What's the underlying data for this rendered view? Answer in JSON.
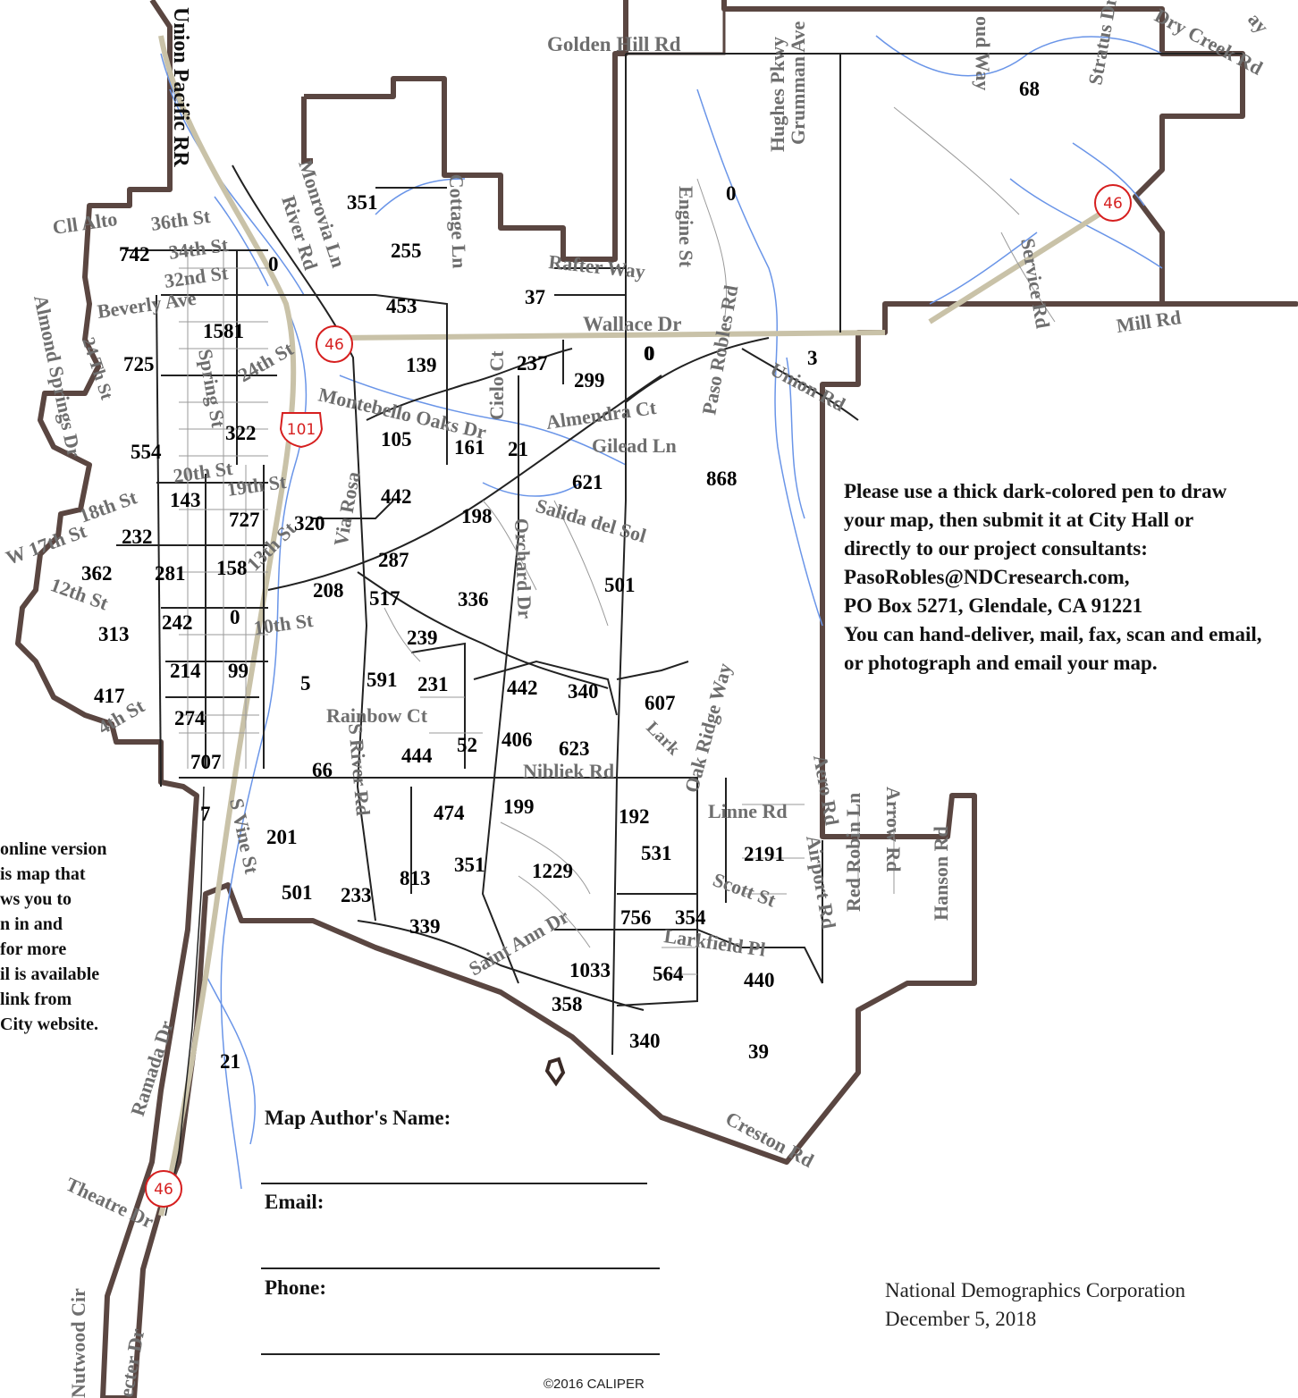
{
  "railroad_label": "Union Pacific RR",
  "highway_shields": [
    {
      "label": "46"
    },
    {
      "label": "46"
    },
    {
      "label": "101"
    },
    {
      "label": "46"
    }
  ],
  "street_labels": [
    "Golden Hill Rd",
    "Dry Creek Rd",
    "Stratus Dr",
    "Hughes Pkwy",
    "Grumman Ave",
    "oud Way",
    "Rafter Way",
    "Wallace Dr",
    "Cottage Ln",
    "Monrovia Ln",
    "River Rd",
    "Engine St",
    "Paso Robles Rd",
    "Service Rd",
    "Mill Rd",
    "Union Rd",
    "Cielo Ct",
    "Almendra Ct",
    "Gilead Ln",
    "Montebello Oaks Dr",
    "Cll Alto",
    "36th St",
    "34th St",
    "32nd St",
    "Beverly Ave",
    "24th St",
    "Spring St",
    "Almond Springs Dr",
    "24 Th St",
    "20th St",
    "19th St",
    "18th St",
    "W 17th St",
    "12th St",
    "13th St",
    "10th St",
    "4th St",
    "Via Rosa",
    "Salida del Sol",
    "Orchard Dr",
    "Rainbow Ct",
    "S River Rd",
    "Nibliek Rd",
    "Oak Ridge Way",
    "Lark",
    "Linne Rd",
    "Airport Rd",
    "Red Robin Ln",
    "Arrow Rd",
    "Hanson Rd",
    "Scott St",
    "Larkfield Pl",
    "Saint Ann Dr",
    "Creston Rd",
    "S Vine St",
    "Ramada Dr",
    "Theatre Dr",
    "Nutwood Cir",
    "ecter Dr",
    "ay",
    "Aero Rd"
  ],
  "district_populations": [
    "351",
    "0",
    "255",
    "453",
    "37",
    "0",
    "68",
    "0",
    "742",
    "1581",
    "725",
    "139",
    "237",
    "299",
    "0",
    "3",
    "322",
    "554",
    "105",
    "161",
    "21",
    "621",
    "868",
    "143",
    "727",
    "320",
    "442",
    "198",
    "232",
    "362",
    "281",
    "158",
    "287",
    "208",
    "517",
    "336",
    "501",
    "313",
    "242",
    "0",
    "239",
    "214",
    "99",
    "5",
    "591",
    "231",
    "442",
    "340",
    "607",
    "417",
    "274",
    "406",
    "623",
    "52",
    "444",
    "707",
    "66",
    "7",
    "474",
    "199",
    "192",
    "201",
    "351",
    "531",
    "2191",
    "1229",
    "813",
    "501",
    "233",
    "756",
    "354",
    "339",
    "1033",
    "564",
    "440",
    "358",
    "340",
    "39",
    "21"
  ],
  "instructions": {
    "p1": "Please use a thick dark-colored pen to draw your map, then submit it at City Hall or directly to our project consultants:",
    "email": "PasoRobles@NDCresearch.com,",
    "address": "PO Box 5271, Glendale, CA 91221",
    "p2": "You can hand-deliver, mail, fax, scan and email, or photograph and email your map."
  },
  "online_note": [
    "online version",
    "is map that",
    "ws you to",
    "n in and",
    "for more",
    "il is available",
    "link from",
    "City website."
  ],
  "form": {
    "author_label": "Map Author's Name:",
    "email_label": "Email:",
    "phone_label": "Phone:"
  },
  "credit": {
    "org": "National Demographics Corporation",
    "date": "December 5, 2018"
  },
  "copyright": "©2016 CALIPER",
  "colors": {
    "boundary": "#4a3a36",
    "boundary_fill": "#e8e4e2",
    "waterway": "#6a95e8",
    "street": "#777777",
    "highway": "#c9c2a8",
    "shield": "#d61f1f"
  }
}
